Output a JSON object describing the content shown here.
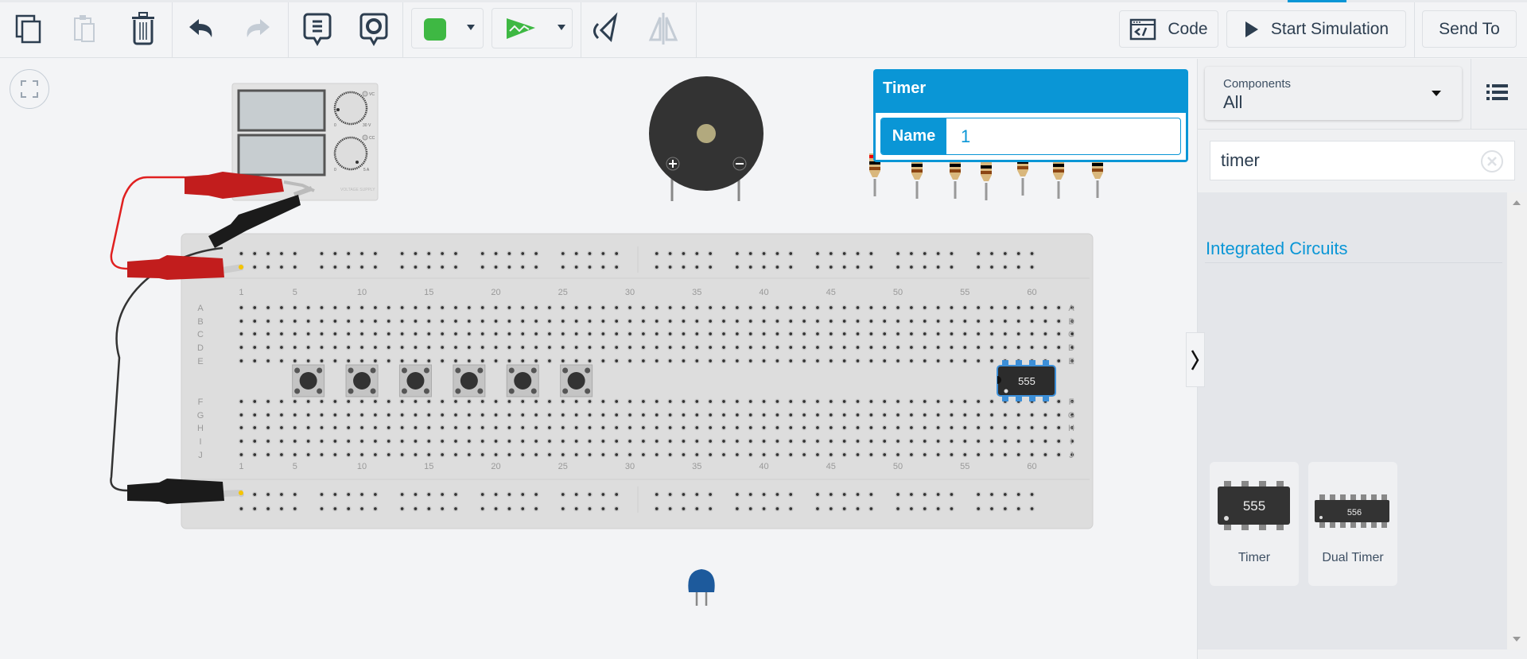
{
  "toolbar": {
    "icons": [
      "copy-icon",
      "paste-icon",
      "trash-icon",
      "undo-icon",
      "redo-icon",
      "notes-icon",
      "annotations-visibility-icon",
      "color-picker",
      "wire-type-picker",
      "rotate-icon",
      "flip-icon"
    ],
    "color_value": "#3eb843",
    "wire_color": "#3eb843",
    "code_label": "Code",
    "start_simulation_label": "Start Simulation",
    "send_to_label": "Send To"
  },
  "inspector": {
    "title": "Timer",
    "name_label": "Name",
    "name_value": "1"
  },
  "panel": {
    "components_label": "Components",
    "components_value": "All",
    "search_value": "timer",
    "section_title": "Integrated Circuits",
    "items": [
      {
        "label": "Timer",
        "chip": "555"
      },
      {
        "label": "Dual Timer",
        "chip": "556"
      }
    ]
  },
  "breadboard": {
    "row_labels_top": [
      "A",
      "B",
      "C",
      "D",
      "E"
    ],
    "row_labels_bottom": [
      "F",
      "G",
      "H",
      "I",
      "J"
    ],
    "column_labels": [
      "1",
      "5",
      "10",
      "15",
      "20",
      "25",
      "30",
      "35",
      "40",
      "45",
      "50",
      "55",
      "60"
    ],
    "chip_label": "555"
  },
  "power_supply": {
    "v_min": "0",
    "v_max": "30 V",
    "a_min": "0",
    "a_max": "5 A",
    "vc": "VC",
    "cc": "CC",
    "brand": "VOLTAGE SUPPLY"
  },
  "colors": {
    "accent": "#0a96d6",
    "wire_red": "#e02020",
    "clip_red": "#c21d1d",
    "clip_black": "#1b1b1b",
    "capacitor": "#1d5a9c"
  }
}
